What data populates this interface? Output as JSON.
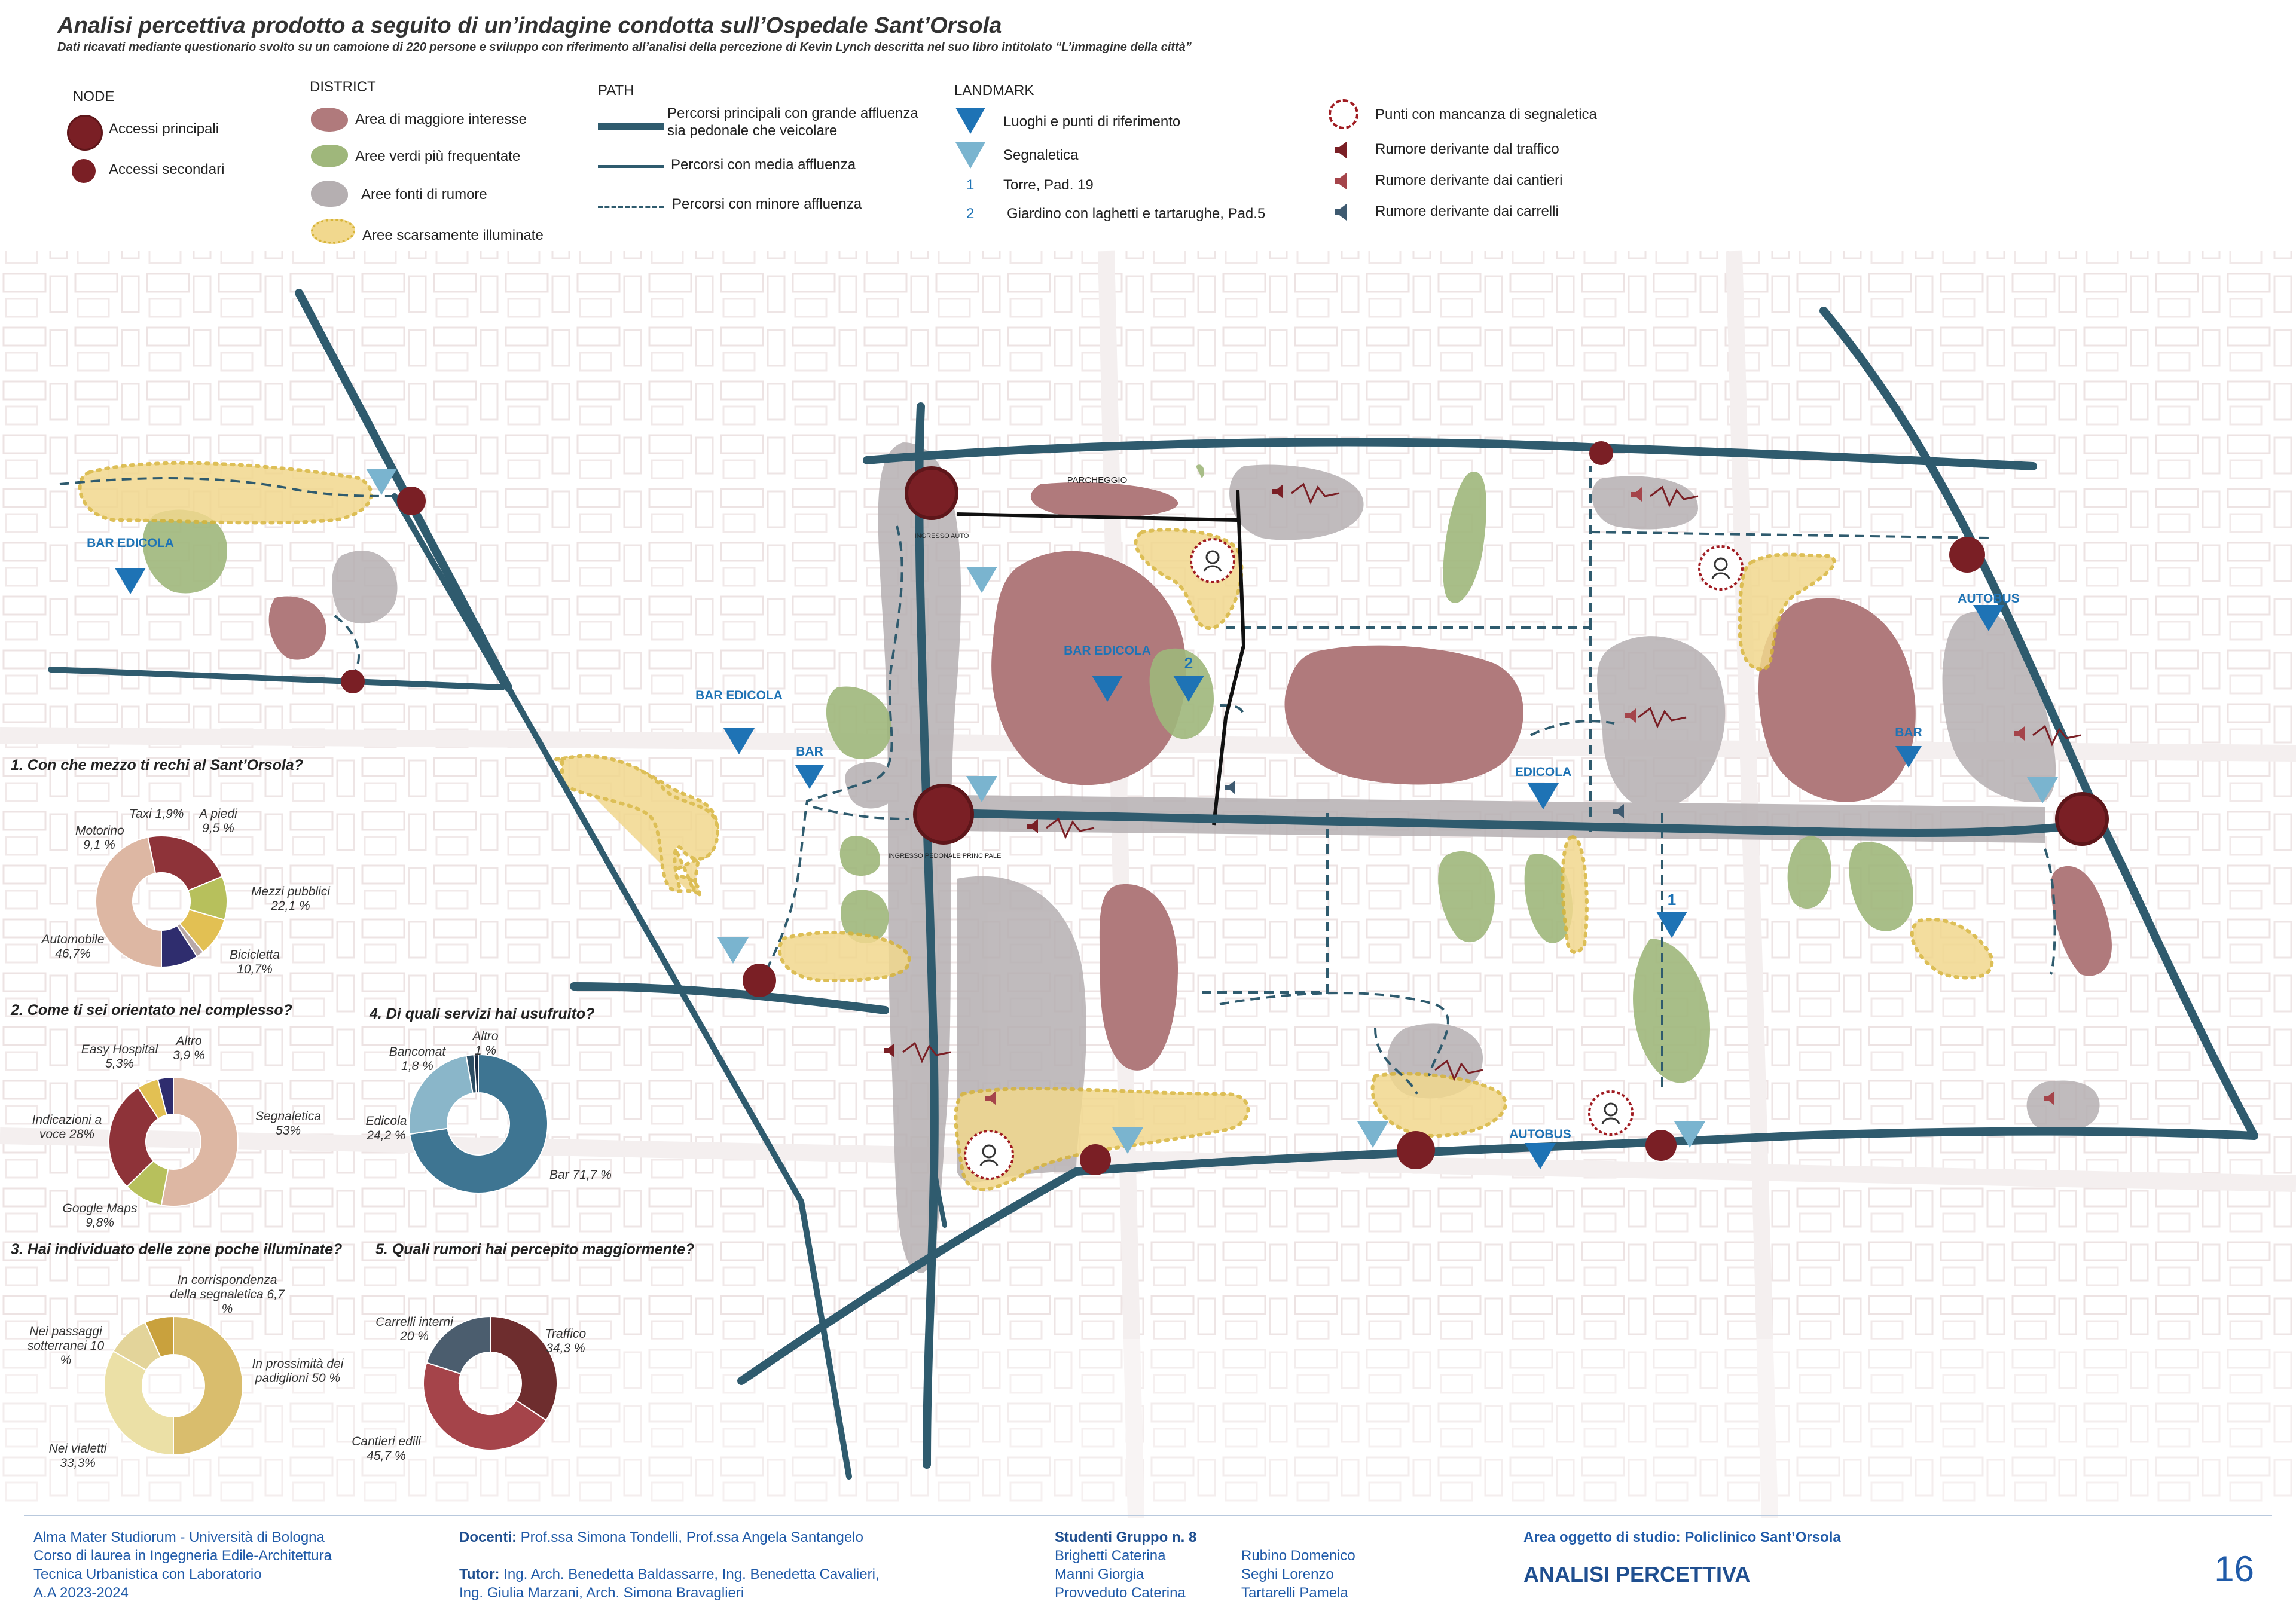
{
  "header": {
    "title": "Analisi percettiva prodotto a seguito di un’indagine condotta sull’Ospedale Sant’Orsola",
    "subtitle": "Dati ricavati mediante questionario svolto su un camoione di 220 persone e sviluppo con riferimento all’analisi della percezione di Kevin Lynch descritta nel suo libro intitolato “L’immagine della città”"
  },
  "legend": {
    "node": {
      "title": "NODE",
      "items": [
        "Accessi principali",
        "Accessi secondari"
      ]
    },
    "district": {
      "title": "DISTRICT",
      "items": [
        "Area di maggiore interesse",
        "Aree verdi più frequentate",
        "Aree fonti di rumore",
        "Aree scarsamente illuminate"
      ]
    },
    "path": {
      "title": "PATH",
      "items": [
        "Percorsi principali con grande affluenza sia pedonale che veicolare",
        "Percorsi con media affluenza",
        "Percorsi con minore affluenza"
      ]
    },
    "landmark": {
      "title": "LANDMARK",
      "items": [
        "Luoghi e punti di riferimento",
        "Segnaletica",
        "Torre, Pad. 19",
        "Giardino con laghetti e tartarughe, Pad.5"
      ],
      "numbers": [
        "1",
        "2"
      ]
    },
    "other": {
      "items": [
        "Punti con mancanza di segnaletica",
        "Rumore derivante dal traffico",
        "Rumore derivante dai cantieri",
        "Rumore derivante dai carrelli"
      ]
    }
  },
  "map_labels": {
    "parcheggio": "PARCHEGGIO",
    "ingresso_auto": "INGRESSO AUTO",
    "ingresso_pedonale": "INGRESSO PEDONALE PRINCIPALE",
    "bar_edicola": "BAR EDICOLA",
    "bar": "BAR",
    "edicola": "EDICOLA",
    "autobus": "AUTOBUS",
    "num1": "1",
    "num2": "2"
  },
  "colors": {
    "road": "#2f5b6e",
    "node": "#7a1f25",
    "district_interest": "#b07a7c",
    "district_green": "#9fb77b",
    "district_noise": "#b5afb1",
    "district_dark": "#f1d88e",
    "landmark": "#1e73b5",
    "signage": "#7ab4cf"
  },
  "chart_data": [
    {
      "type": "pie",
      "title": "1. Con che mezzo ti rechi al Sant’Orsola?",
      "categories": [
        "Automobile",
        "Mezzi pubblici",
        "Bicicletta",
        "A piedi",
        "Taxi",
        "Motorino"
      ],
      "values": [
        46.7,
        22.1,
        10.7,
        9.5,
        1.9,
        9.1
      ],
      "labels": [
        "Automobile 46,7%",
        "Mezzi pubblici 22,1 %",
        "Bicicletta 10,7%",
        "A piedi 9,5 %",
        "Taxi 1,9%",
        "Motorino 9,1 %"
      ],
      "colors": [
        "#ddb7a3",
        "#8e3339",
        "#b7c05c",
        "#e2c053",
        "#b8a8a8",
        "#2f2d6e"
      ]
    },
    {
      "type": "pie",
      "title": "2. Come ti sei orientato nel complesso?",
      "categories": [
        "Segnaletica",
        "Google Maps",
        "Indicazioni a voce",
        "Easy Hospital",
        "Altro"
      ],
      "values": [
        53,
        9.8,
        28,
        5.3,
        3.9
      ],
      "labels": [
        "Segnaletica 53%",
        "Google Maps 9,8%",
        "Indicazioni a voce 28%",
        "Easy Hospital 5,3%",
        "Altro 3,9 %"
      ],
      "colors": [
        "#ddb7a3",
        "#b7c05c",
        "#8e3339",
        "#e2c053",
        "#2f2d6e"
      ]
    },
    {
      "type": "pie",
      "title": "4. Di quali servizi hai usufruito?",
      "categories": [
        "Bar",
        "Edicola",
        "Bancomat",
        "Altro"
      ],
      "values": [
        71.7,
        24.2,
        1.8,
        1
      ],
      "labels": [
        "Bar 71,7 %",
        "Edicola 24,2 %",
        "Bancomat 1,8 %",
        "Altro 1 %"
      ],
      "colors": [
        "#3e7592",
        "#8ab6c9",
        "#2c4d63",
        "#1a2a40"
      ]
    },
    {
      "type": "pie",
      "title": "3. Hai individuato delle zone poche illuminate?",
      "categories": [
        "In prossimità dei padiglioni",
        "Nei vialetti",
        "Nei passaggi sotterranei",
        "In corrispondenza della segnaletica"
      ],
      "values": [
        50,
        33.3,
        10,
        6.7
      ],
      "labels": [
        "In prossimità dei padiglioni 50 %",
        "Nei vialetti 33,3%",
        "Nei passaggi sotterranei 10 %",
        "In corrispondenza della segnaletica 6,7 %"
      ],
      "colors": [
        "#d9bd6d",
        "#ebe0a6",
        "#e3d49a",
        "#c9a13d"
      ]
    },
    {
      "type": "pie",
      "title": "5. Quali rumori hai percepito maggiormente?",
      "categories": [
        "Traffico",
        "Cantieri edili",
        "Carrelli interni"
      ],
      "values": [
        34.3,
        45.7,
        20
      ],
      "labels": [
        "Traffico 34,3 %",
        "Cantieri edili 45,7 %",
        "Carrelli interni 20 %"
      ],
      "colors": [
        "#6e2d2e",
        "#a5444a",
        "#4b5d6e"
      ]
    }
  ],
  "footer": {
    "university": [
      "Alma Mater Studiorum - Università di Bologna",
      "Corso di laurea in Ingegneria Edile-Architettura",
      "Tecnica Urbanistica con Laboratorio",
      "A.A 2023-2024"
    ],
    "docenti_label": "Docenti:",
    "docenti": "Prof.ssa Simona Tondelli, Prof.ssa Angela Santangelo",
    "tutor_label": "Tutor:",
    "tutor": "Ing. Arch. Benedetta Baldassarre, Ing. Benedetta Cavalieri,",
    "tutor2": "Ing. Giulia Marzani, Arch. Simona Bravaglieri",
    "studenti_title": "Studenti Gruppo n. 8",
    "studenti_col1": [
      "Brighetti Caterina",
      "Manni Giorgia",
      "Provveduto Caterina"
    ],
    "studenti_col2": [
      "Rubino Domenico",
      "Seghi Lorenzo",
      "Tartarelli Pamela"
    ],
    "area_label": "Area oggetto di studio: Policlinico Sant’Orsola",
    "section_title": "ANALISI PERCETTIVA",
    "page_number": "16"
  }
}
